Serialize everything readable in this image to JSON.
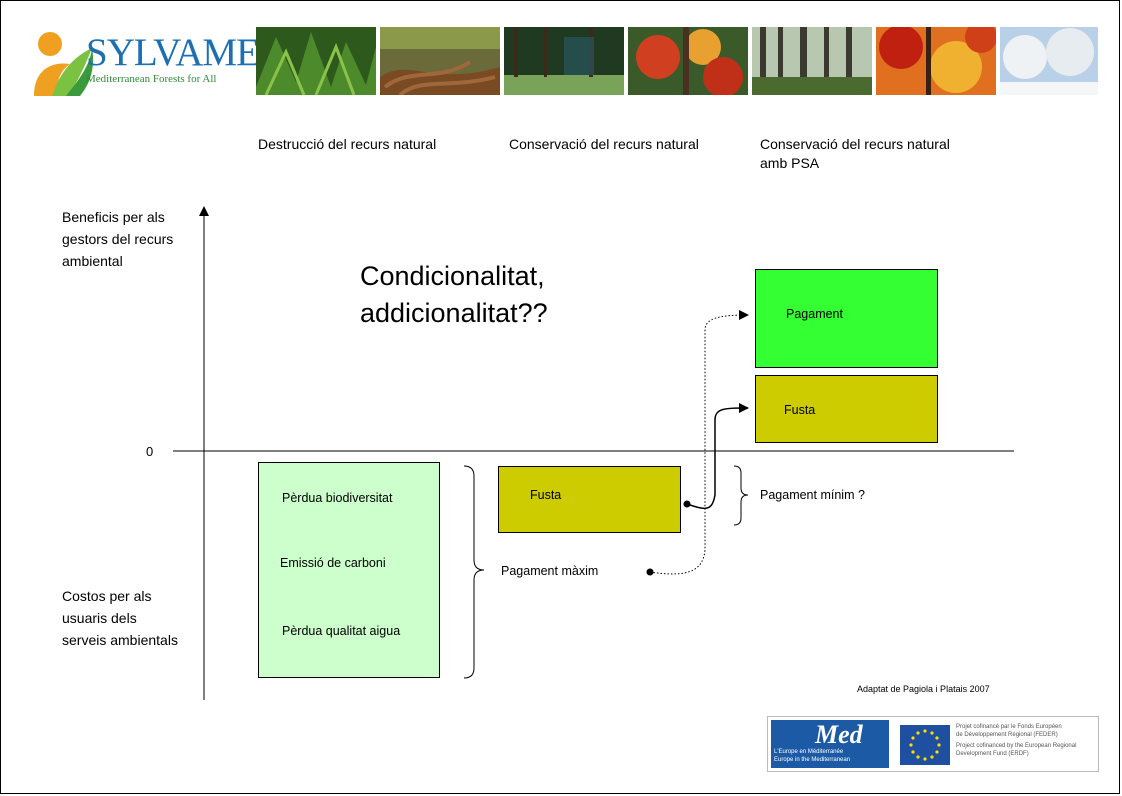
{
  "header": {
    "logo_title": "SYLVAMED",
    "logo_subtitle": "Mediterranean Forests for All"
  },
  "columns": {
    "col1": "Destrucció del recurs natural",
    "col2": "Conservació del recurs natural",
    "col3": "Conservació del recurs natural amb PSA"
  },
  "axis": {
    "y_top_label": "Beneficis per als gestors del recurs ambiental",
    "y_bottom_label": "Costos per als usuaris dels serveis ambientals",
    "zero_label": "0"
  },
  "question": "Condicionalitat, addicionalitat??",
  "boxes": {
    "loss_1": "Pèrdua biodiversitat",
    "loss_2": "Emissió de carboni",
    "loss_3": "Pèrdua qualitat aigua",
    "fusta_conservation": "Fusta",
    "fusta_psa": "Fusta",
    "pagament": "Pagament"
  },
  "annotations": {
    "pagament_maxim": "Pagament màxim",
    "pagament_minim": "Pagament mínim ?",
    "credit": "Adaptat de Pagiola i Platais 2007"
  },
  "footer": {
    "med_logo": "Med",
    "med_line1": "L'Europe en Méditerranée",
    "med_line2": "Europe in the Mediterranean",
    "fr_text_1": "Projet cofinancé par le Fonds Européen",
    "fr_text_2": "de Développement Régional (FEDER)",
    "en_text_1": "Project cofinanced by the European Regional",
    "en_text_2": "Development Fund (ERDF)"
  },
  "colors": {
    "loss_box": "#ccffcc",
    "fusta": "#cccc00",
    "pagament": "#33ff33"
  }
}
